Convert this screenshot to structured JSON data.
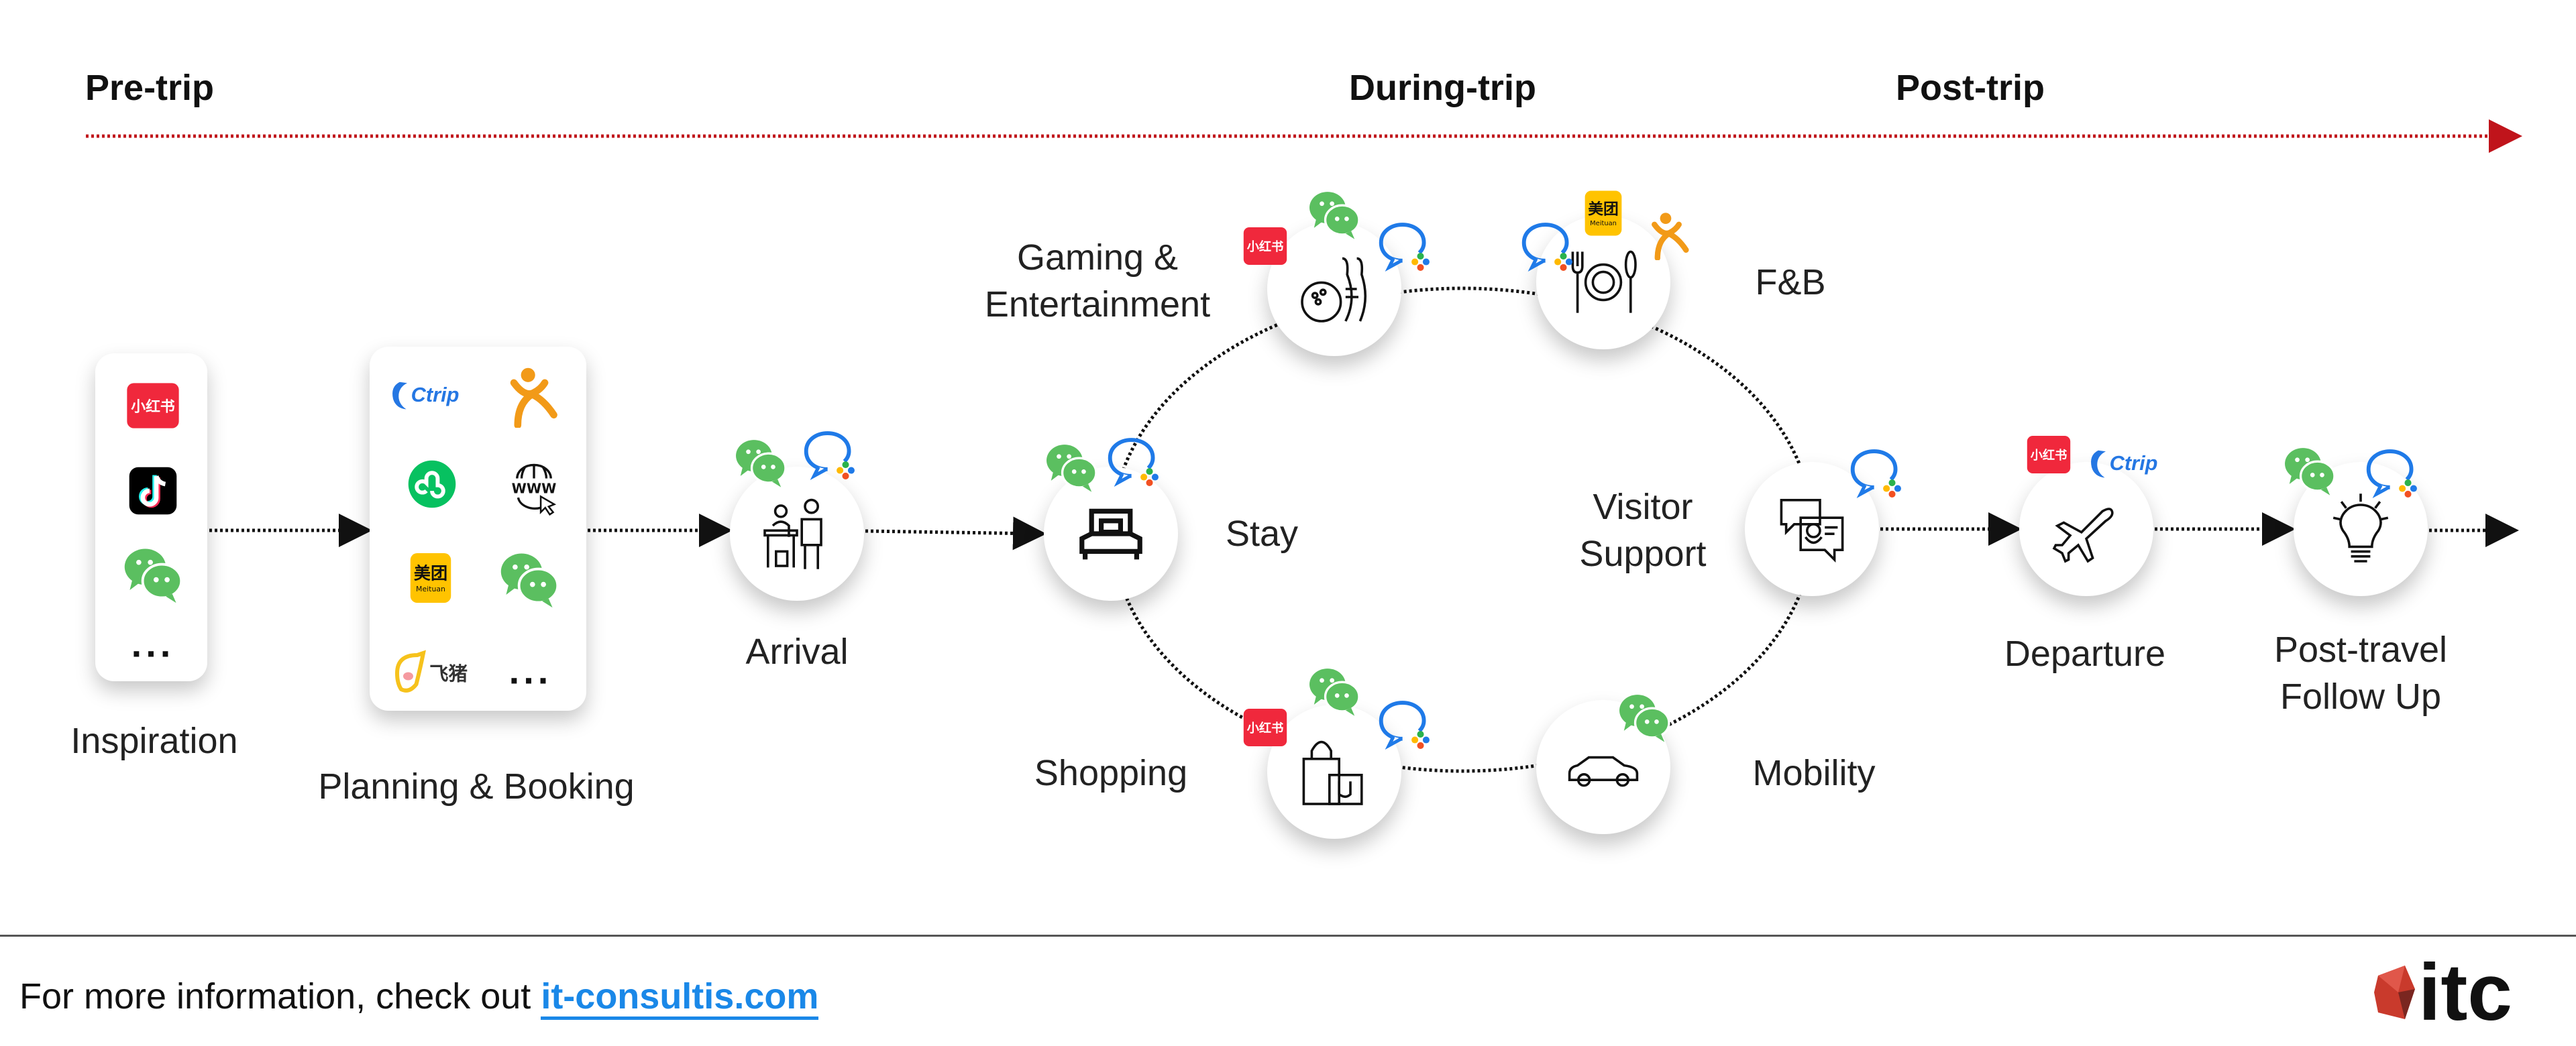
{
  "phases": {
    "pre": "Pre-trip",
    "during": "During-trip",
    "post": "Post-trip"
  },
  "colors": {
    "timeline": "#c0141b",
    "wechat": "#5bbf60",
    "xiaohongshu": "#f0283c",
    "meituan": "#ffc300",
    "dianping": "#f29a18",
    "ctrip": "#2577e3",
    "wecom": "#1f7ae8",
    "link": "#1a88e8"
  },
  "stages": [
    {
      "id": "inspiration",
      "label": "Inspiration",
      "icons": [
        "xiaohongshu-icon",
        "tiktok-icon",
        "wechat-icon",
        "more-icon"
      ]
    },
    {
      "id": "planning",
      "label": "Planning & Booking",
      "icons": [
        "ctrip-icon",
        "dianping-icon",
        "mini-program-icon",
        "www-icon",
        "meituan-icon",
        "wechat-icon",
        "fliggy-icon",
        "more-icon"
      ]
    },
    {
      "id": "arrival",
      "label": "Arrival",
      "icon": "reception-icon",
      "apps": [
        "wechat-icon",
        "wecom-icon"
      ]
    },
    {
      "id": "stay",
      "label": "Stay",
      "icon": "bed-icon",
      "apps": [
        "wechat-icon",
        "wecom-icon"
      ]
    },
    {
      "id": "gaming",
      "label_line1": "Gaming &",
      "label_line2": "Entertainment",
      "icon": "bowling-icon",
      "apps": [
        "xiaohongshu-icon",
        "wechat-icon",
        "wecom-icon"
      ]
    },
    {
      "id": "fnb",
      "label": "F&B",
      "icon": "dining-icon",
      "apps": [
        "wecom-icon",
        "meituan-icon",
        "dianping-icon"
      ]
    },
    {
      "id": "visitor-support",
      "label_line1": "Visitor",
      "label_line2": "Support",
      "icon": "support-chat-icon",
      "apps": [
        "wecom-icon"
      ]
    },
    {
      "id": "shopping",
      "label": "Shopping",
      "icon": "shopping-bag-icon",
      "apps": [
        "xiaohongshu-icon",
        "wechat-icon",
        "wecom-icon"
      ]
    },
    {
      "id": "mobility",
      "label": "Mobility",
      "icon": "car-icon",
      "apps": [
        "wechat-icon"
      ]
    },
    {
      "id": "departure",
      "label": "Departure",
      "icon": "plane-icon",
      "apps": [
        "xiaohongshu-icon",
        "ctrip-icon"
      ]
    },
    {
      "id": "post-travel",
      "label_line1": "Post-travel",
      "label_line2": "Follow Up",
      "icon": "lightbulb-icon",
      "apps": [
        "wechat-icon",
        "wecom-icon"
      ]
    }
  ],
  "app_labels": {
    "xiaohongshu": "小红书",
    "ctrip": "Ctrip",
    "meituan": "美团",
    "meituan_sub": "Meituan",
    "fliggy": "飞猪",
    "www": "WWW",
    "more": "..."
  },
  "footer": {
    "text": "For more information, check out ",
    "link": "it-consultis.com"
  },
  "logo": "itc"
}
